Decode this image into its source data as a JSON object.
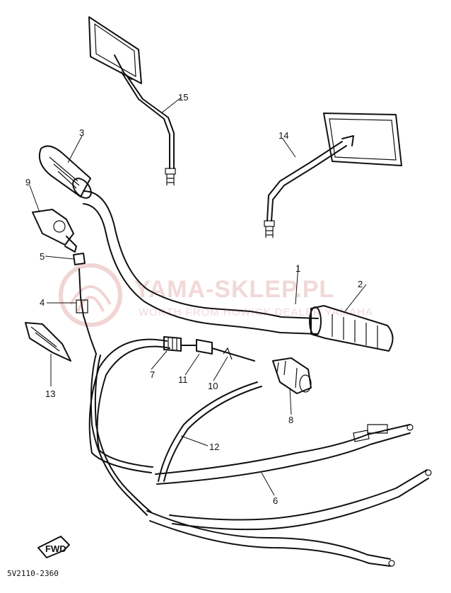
{
  "watermark": {
    "main": "YAMA-SKLEP.PL",
    "sub": "WORTH FROM HOWICK DEALER YAMAHA"
  },
  "callouts": {
    "c1": "1",
    "c2": "2",
    "c3": "3",
    "c4": "4",
    "c5": "5",
    "c6": "6",
    "c7": "7",
    "c8": "8",
    "c9": "9",
    "c10": "10",
    "c11": "11",
    "c12": "12",
    "c13": "13",
    "c14": "14",
    "c15": "15"
  },
  "fwd_label": "FWD",
  "diagram_code": "5V2110-2360",
  "colors": {
    "line": "#111111",
    "watermark": "#e8b8b8"
  }
}
